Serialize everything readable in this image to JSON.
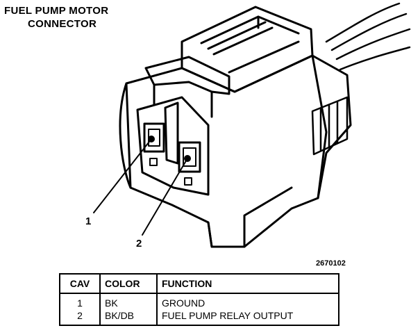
{
  "title": {
    "line1": "FUEL PUMP MOTOR",
    "line2": "CONNECTOR"
  },
  "callouts": [
    "1",
    "2"
  ],
  "figure_number": "2670102",
  "table": {
    "headers": [
      "CAV",
      "COLOR",
      "FUNCTION"
    ],
    "rows": [
      [
        "1",
        "BK",
        "GROUND"
      ],
      [
        "2",
        "BK/DB",
        "FUEL PUMP RELAY OUTPUT"
      ]
    ]
  }
}
